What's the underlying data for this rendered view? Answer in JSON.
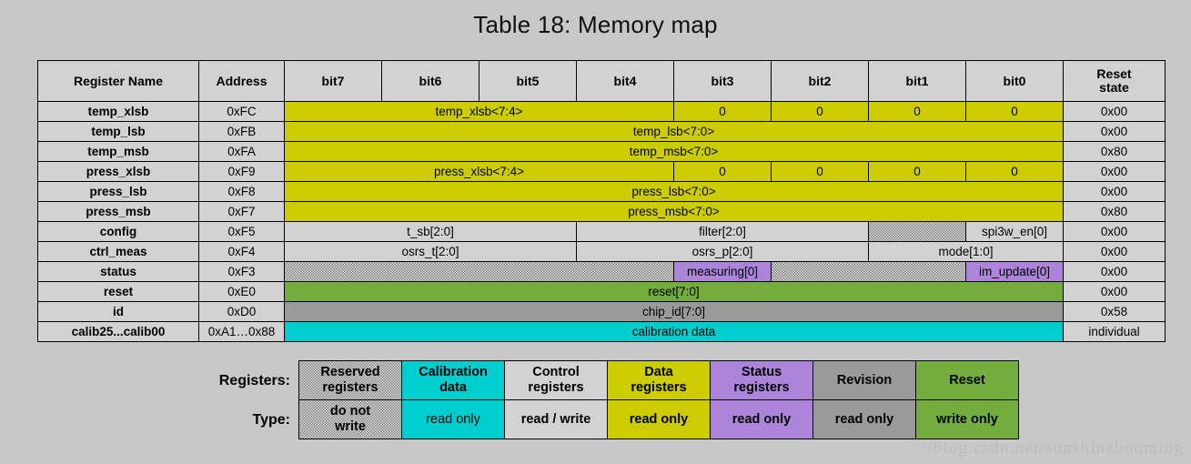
{
  "title": "Table 18: Memory map",
  "watermark": "//blog.csdn.net/sunshinebooming",
  "colors": {
    "data_registers": "#cccc00",
    "calibration_data": "#00cdcd",
    "control_registers": "#d2d2d2",
    "status_registers": "#ac84da",
    "revision": "#9a9a9a",
    "reset": "#72ad3e",
    "reserved": "#d2d2d2",
    "page_background": "#c8c8c8"
  },
  "table": {
    "headers": {
      "register_name": "Register Name",
      "address": "Address",
      "bit7": "bit7",
      "bit6": "bit6",
      "bit5": "bit5",
      "bit4": "bit4",
      "bit3": "bit3",
      "bit2": "bit2",
      "bit1": "bit1",
      "bit0": "bit0",
      "reset_state_line1": "Reset",
      "reset_state_line2": "state"
    },
    "rows": [
      {
        "name": "temp_xlsb",
        "address": "0xFC",
        "reset_state": "0x00",
        "cells": [
          {
            "text": "temp_xlsb<7:4>",
            "span": 4,
            "kind": "data"
          },
          {
            "text": "0",
            "span": 1,
            "kind": "data"
          },
          {
            "text": "0",
            "span": 1,
            "kind": "data"
          },
          {
            "text": "0",
            "span": 1,
            "kind": "data"
          },
          {
            "text": "0",
            "span": 1,
            "kind": "data"
          }
        ]
      },
      {
        "name": "temp_lsb",
        "address": "0xFB",
        "reset_state": "0x00",
        "cells": [
          {
            "text": "temp_lsb<7:0>",
            "span": 8,
            "kind": "data"
          }
        ]
      },
      {
        "name": "temp_msb",
        "address": "0xFA",
        "reset_state": "0x80",
        "cells": [
          {
            "text": "temp_msb<7:0>",
            "span": 8,
            "kind": "data"
          }
        ]
      },
      {
        "name": "press_xlsb",
        "address": "0xF9",
        "reset_state": "0x00",
        "cells": [
          {
            "text": "press_xlsb<7:4>",
            "span": 4,
            "kind": "data"
          },
          {
            "text": "0",
            "span": 1,
            "kind": "data"
          },
          {
            "text": "0",
            "span": 1,
            "kind": "data"
          },
          {
            "text": "0",
            "span": 1,
            "kind": "data"
          },
          {
            "text": "0",
            "span": 1,
            "kind": "data"
          }
        ]
      },
      {
        "name": "press_lsb",
        "address": "0xF8",
        "reset_state": "0x00",
        "cells": [
          {
            "text": "press_lsb<7:0>",
            "span": 8,
            "kind": "data"
          }
        ]
      },
      {
        "name": "press_msb",
        "address": "0xF7",
        "reset_state": "0x80",
        "cells": [
          {
            "text": "press_msb<7:0>",
            "span": 8,
            "kind": "data"
          }
        ]
      },
      {
        "name": "config",
        "address": "0xF5",
        "reset_state": "0x00",
        "cells": [
          {
            "text": "t_sb[2:0]",
            "span": 3,
            "kind": "ctrl"
          },
          {
            "text": "filter[2:0]",
            "span": 3,
            "kind": "ctrl"
          },
          {
            "text": "",
            "span": 1,
            "kind": "reserved"
          },
          {
            "text": "spi3w_en[0]",
            "span": 1,
            "kind": "ctrl"
          }
        ]
      },
      {
        "name": "ctrl_meas",
        "address": "0xF4",
        "reset_state": "0x00",
        "cells": [
          {
            "text": "osrs_t[2:0]",
            "span": 3,
            "kind": "ctrl"
          },
          {
            "text": "osrs_p[2:0]",
            "span": 3,
            "kind": "ctrl"
          },
          {
            "text": "mode[1:0]",
            "span": 2,
            "kind": "ctrl"
          }
        ]
      },
      {
        "name": "status",
        "address": "0xF3",
        "reset_state": "0x00",
        "cells": [
          {
            "text": "",
            "span": 4,
            "kind": "reserved"
          },
          {
            "text": "measuring[0]",
            "span": 1,
            "kind": "status"
          },
          {
            "text": "",
            "span": 2,
            "kind": "reserved"
          },
          {
            "text": "im_update[0]",
            "span": 1,
            "kind": "status"
          }
        ]
      },
      {
        "name": "reset",
        "address": "0xE0",
        "reset_state": "0x00",
        "cells": [
          {
            "text": "reset[7:0]",
            "span": 8,
            "kind": "reset"
          }
        ]
      },
      {
        "name": "id",
        "address": "0xD0",
        "reset_state": "0x58",
        "cells": [
          {
            "text": "chip_id[7:0]",
            "span": 8,
            "kind": "revision"
          }
        ]
      },
      {
        "name": "calib25...calib00",
        "address": "0xA1…0x88",
        "reset_state": "individual",
        "cells": [
          {
            "text": "calibration data",
            "span": 8,
            "kind": "calib"
          }
        ]
      }
    ]
  },
  "legend": {
    "row_labels": {
      "registers": "Registers:",
      "type": "Type:"
    },
    "columns": [
      {
        "register_line1": "Reserved",
        "register_line2": "registers",
        "type_line1": "do not",
        "type_line2": "write",
        "kind": "reserved"
      },
      {
        "register_line1": "Calibration",
        "register_line2": "data",
        "type_line1": "read only",
        "type_line2": "",
        "kind": "calib"
      },
      {
        "register_line1": "Control",
        "register_line2": "registers",
        "type_line1": "read / write",
        "type_line2": "",
        "kind": "ctrl"
      },
      {
        "register_line1": "Data",
        "register_line2": "registers",
        "type_line1": "read only",
        "type_line2": "",
        "kind": "data"
      },
      {
        "register_line1": "Status",
        "register_line2": "registers",
        "type_line1": "read only",
        "type_line2": "",
        "kind": "status"
      },
      {
        "register_line1": "Revision",
        "register_line2": "",
        "type_line1": "read only",
        "type_line2": "",
        "kind": "revision"
      },
      {
        "register_line1": "Reset",
        "register_line2": "",
        "type_line1": "write only",
        "type_line2": "",
        "kind": "reset"
      }
    ]
  }
}
